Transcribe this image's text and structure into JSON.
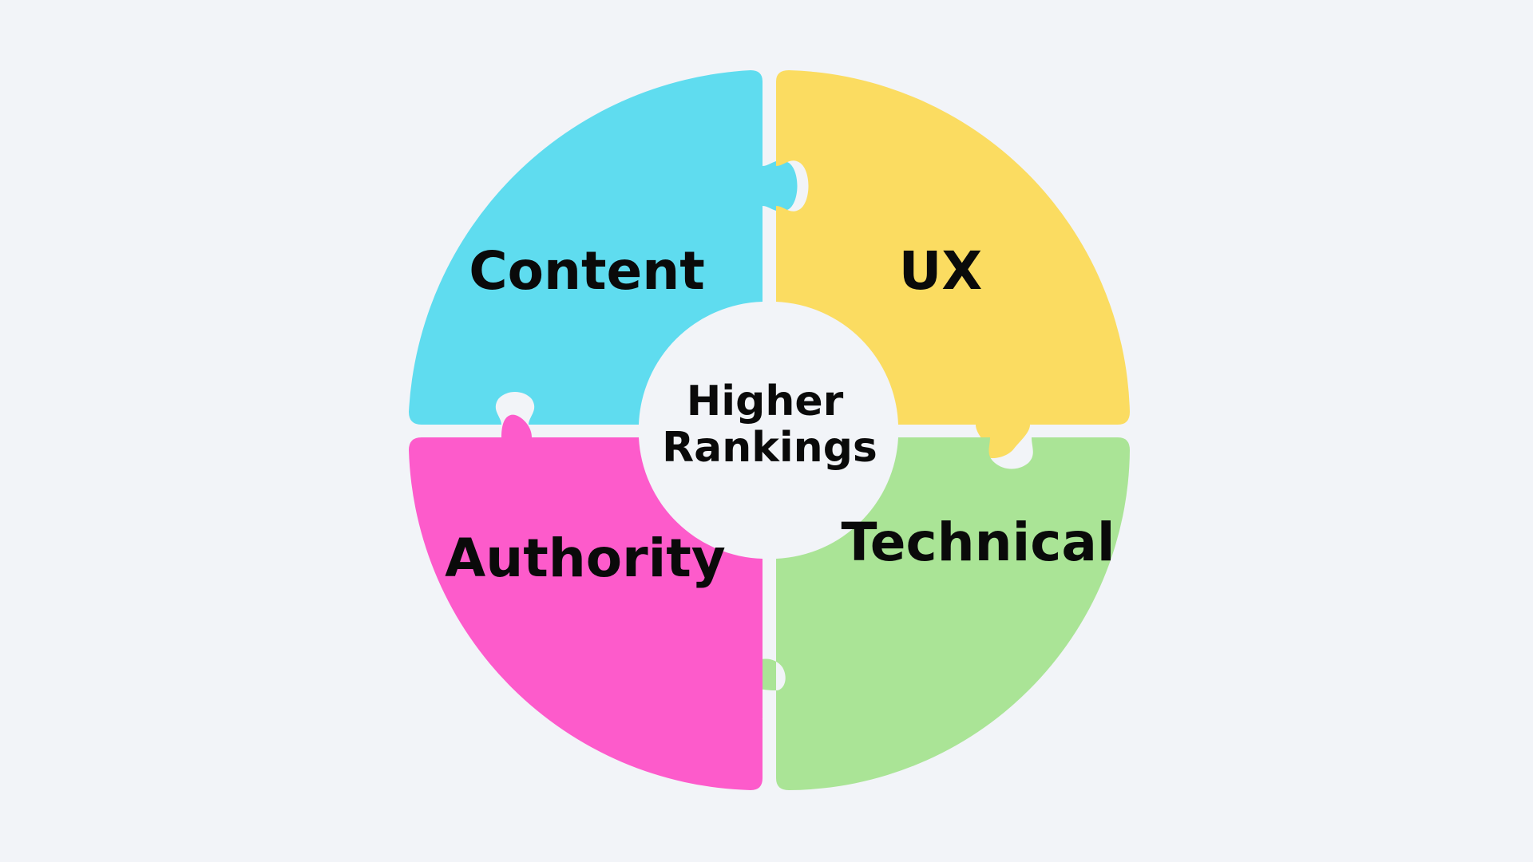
{
  "center": {
    "line1": "Higher",
    "line2": "Rankings",
    "color": "#f2f4f8"
  },
  "pieces": [
    {
      "id": "content",
      "label": "Content",
      "color": "#5fdcef"
    },
    {
      "id": "ux",
      "label": "UX",
      "color": "#fbdc61"
    },
    {
      "id": "technical",
      "label": "Technical",
      "color": "#aae496"
    },
    {
      "id": "authority",
      "label": "Authority",
      "color": "#fd5bcb"
    }
  ],
  "background_color": "#f2f4f8"
}
